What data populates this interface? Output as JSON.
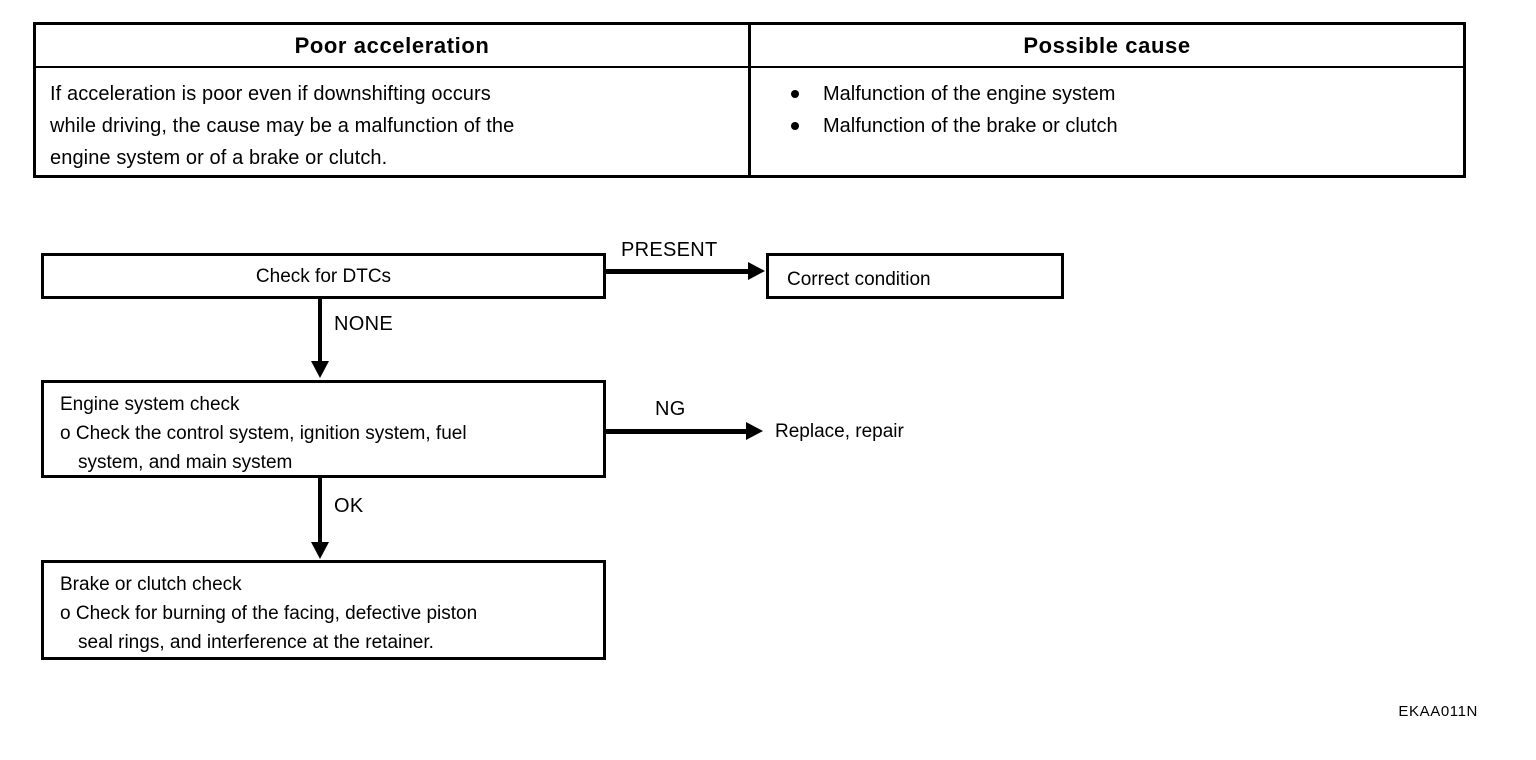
{
  "table": {
    "headers": [
      "Poor acceleration",
      "Possible cause"
    ],
    "symptom_description": [
      "If acceleration is poor even if downshifting occurs",
      "while driving, the cause may be a malfunction of the",
      "engine system or of a brake or clutch."
    ],
    "possible_causes": [
      "Malfunction of the engine system",
      "Malfunction of the brake or clutch"
    ]
  },
  "flow": {
    "nodes": {
      "check_dtcs": "Check for DTCs",
      "correct_condition": "Correct condition",
      "engine_check_title": "Engine system check",
      "engine_check_line1": "o Check the control system, ignition system, fuel",
      "engine_check_line2": "system, and main system",
      "replace_repair": "Replace, repair",
      "brake_check_title": "Brake or clutch check",
      "brake_check_line1": "o Check for burning of the facing, defective piston",
      "brake_check_line2": "seal rings, and interference at the retainer."
    },
    "edge_labels": {
      "present": "PRESENT",
      "none": "NONE",
      "ng": "NG",
      "ok": "OK"
    }
  },
  "figure_code": "EKAA011N",
  "colors": {
    "ink": "#000000",
    "paper": "#ffffff"
  }
}
